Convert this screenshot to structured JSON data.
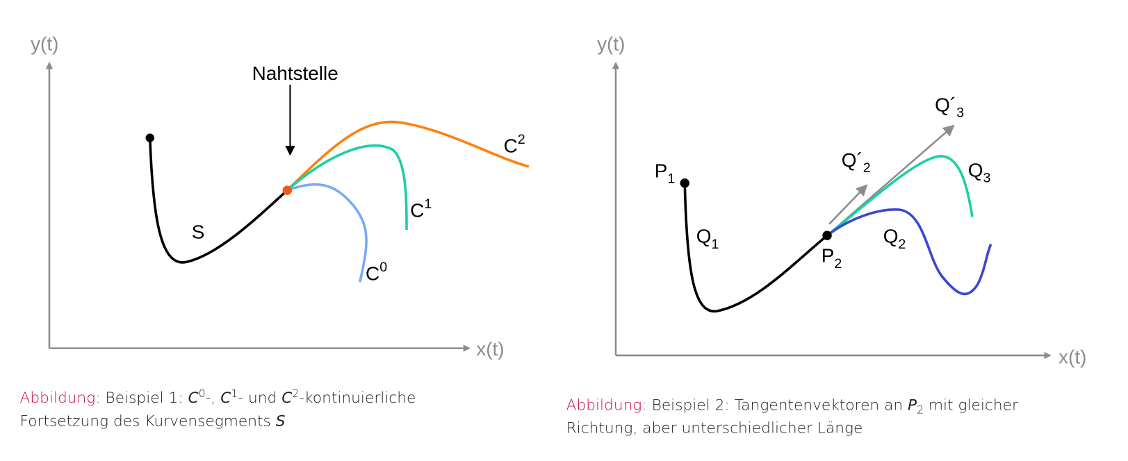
{
  "left": {
    "y_axis_label": "y(t)",
    "x_axis_label": "x(t)",
    "seam_label": "Nahtstelle",
    "segment_label": "S",
    "curves": [
      {
        "name": "C",
        "sup": "0",
        "color": "#7aaaf5"
      },
      {
        "name": "C",
        "sup": "1",
        "color": "#1ccfa6"
      },
      {
        "name": "C",
        "sup": "2",
        "color": "#ff8010"
      }
    ],
    "seam_point_color": "#f05a14",
    "caption": {
      "prefix": "Abbildung:",
      "line1": [
        "Beispiel 1: ",
        "C",
        "0",
        "-, ",
        "C",
        "1",
        "- und ",
        "C",
        "2",
        "-kontinuierliche"
      ],
      "line2": [
        "Fortsetzung des Kurvensegments ",
        "S"
      ]
    }
  },
  "right": {
    "y_axis_label": "y(t)",
    "x_axis_label": "x(t)",
    "points": [
      {
        "name": "P",
        "sub": "1"
      },
      {
        "name": "P",
        "sub": "2"
      }
    ],
    "curves": [
      {
        "name": "Q",
        "sub": "1",
        "color": "#000000"
      },
      {
        "name": "Q",
        "sub": "2",
        "color": "#3c46d2"
      },
      {
        "name": "Q",
        "sub": "3",
        "color": "#1ccfa6"
      }
    ],
    "tangents": [
      {
        "name": "Q´",
        "sub": "2"
      },
      {
        "name": "Q´",
        "sub": "3"
      }
    ],
    "tangent_color": "#8c8c8c",
    "caption": {
      "prefix": "Abbildung:",
      "line1": [
        "Beispiel 2: Tangentenvektoren an ",
        "P",
        "2",
        " mit gleicher"
      ],
      "line2": "Richtung, aber unterschiedlicher Länge"
    }
  }
}
